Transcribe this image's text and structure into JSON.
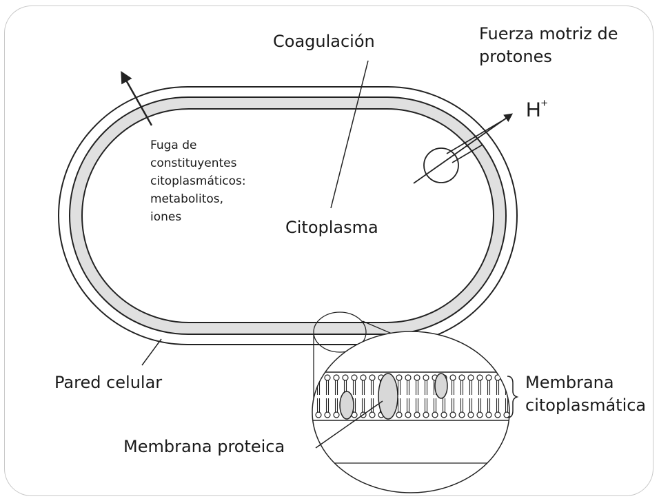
{
  "labels": {
    "coagulacion": "Coagulación",
    "fuerza_motriz_line1": "Fuerza motriz de",
    "fuerza_motriz_line2": "protones",
    "h_ion": "H",
    "h_charge": "+",
    "fuga_lines": [
      "Fuga de",
      "constituyentes",
      "citoplasmáticos:",
      "metabolitos,",
      "iones"
    ],
    "citoplasma": "Citoplasma",
    "pared_celular": "Pared celular",
    "membrana_citoplasmatica_line1": "Membrana",
    "membrana_citoplasmatica_line2": "citoplasmática",
    "membrana_proteica": "Membrana proteica"
  },
  "colors": {
    "stroke": "#222222",
    "membrane_fill": "#e0e0e0",
    "protein_fill": "#d8d8d8",
    "frame_border": "#c8c8c8"
  }
}
